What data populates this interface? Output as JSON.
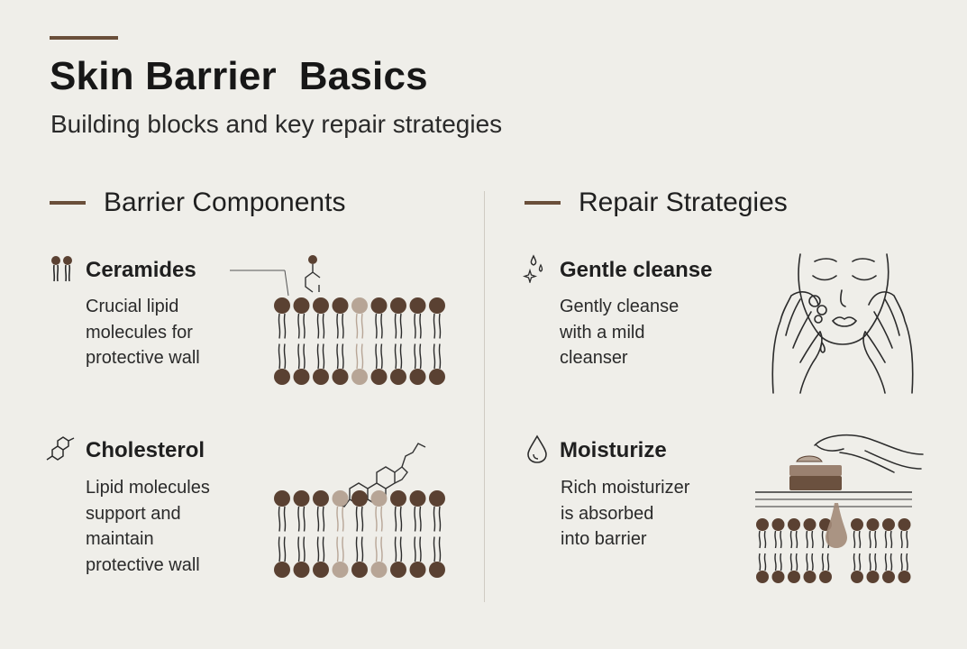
{
  "header": {
    "title": "Skin Barrier  Basics",
    "subtitle": "Building blocks and key repair strategies"
  },
  "left_section": {
    "heading": "Barrier Components",
    "items": [
      {
        "title": "Ceramides",
        "icon": "ceramide-lipid-icon",
        "desc_lines": [
          "Crucial lipid",
          "molecules for",
          "protective wall"
        ]
      },
      {
        "title": "Cholesterol",
        "icon": "molecule-icon",
        "desc_lines": [
          "Lipid molecules",
          "support and",
          "maintain",
          "protective wall"
        ]
      }
    ]
  },
  "right_section": {
    "heading": "Repair Strategies",
    "items": [
      {
        "title": "Gentle cleanse",
        "icon": "sparkle-drops-icon",
        "desc_lines": [
          "Gently cleanse",
          "with a mild",
          "cleanser"
        ]
      },
      {
        "title": "Moisturize",
        "icon": "droplet-icon",
        "desc_lines": [
          "Rich moisturizer",
          "is absorbed",
          "into barrier"
        ]
      }
    ]
  },
  "colors": {
    "background": "#efeee9",
    "accent_brown": "#6a4f3a",
    "lipid_head": "#5a4132",
    "lipid_light": "#b7a596"
  }
}
